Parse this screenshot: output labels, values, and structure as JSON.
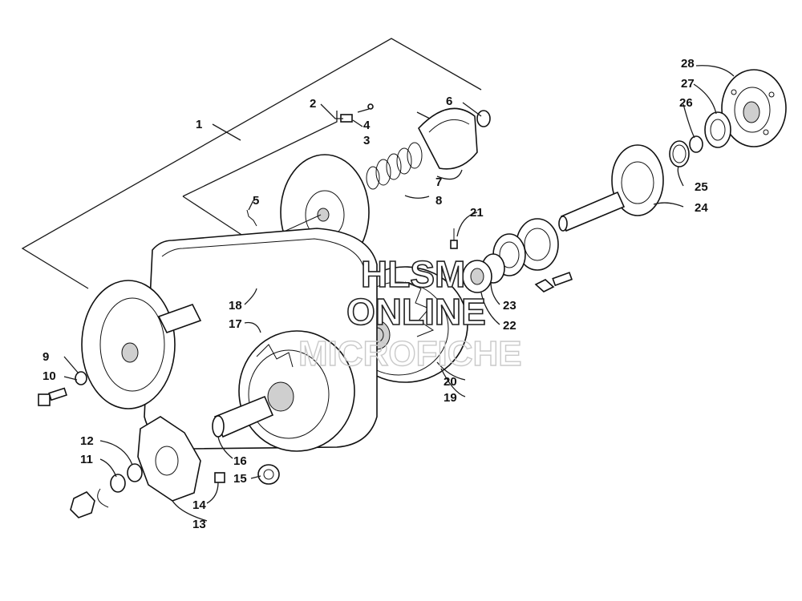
{
  "watermark": {
    "line1": "HLSM",
    "line2": "ONLINE",
    "line3": "MICROFICHE"
  },
  "callouts": [
    "1",
    "2",
    "3",
    "4",
    "5",
    "6",
    "7",
    "8",
    "9",
    "10",
    "11",
    "12",
    "13",
    "14",
    "15",
    "16",
    "17",
    "18",
    "19",
    "20",
    "21",
    "22",
    "23",
    "24",
    "25",
    "26",
    "27",
    "28"
  ]
}
